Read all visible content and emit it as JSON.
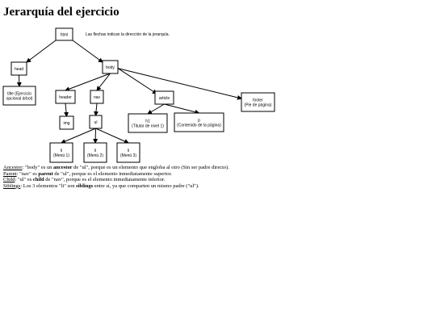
{
  "title": "Jerarquía del ejercicio",
  "diagram": {
    "note": "Las flechas indican la dirección de la jerarquía.",
    "nodes": {
      "html": [
        "html"
      ],
      "head": [
        "head"
      ],
      "body": [
        "body"
      ],
      "title": [
        "title (Ejercicio",
        "opcional árbol)"
      ],
      "header": [
        "header"
      ],
      "nav": [
        "nav"
      ],
      "article": [
        "article"
      ],
      "footer": [
        "footer",
        "(Pie de página)"
      ],
      "img": [
        "img"
      ],
      "ul": [
        "ul"
      ],
      "h1": [
        "h1",
        "(Titular de nivel 1)"
      ],
      "p": [
        "p",
        "(Contenido de la página)"
      ],
      "li1": [
        "li",
        "(Menú 1)"
      ],
      "li2": [
        "li",
        "(Menú 2)"
      ],
      "li3": [
        "li",
        "(Menú 3)"
      ]
    },
    "edges": [
      [
        "html",
        "head"
      ],
      [
        "html",
        "body"
      ],
      [
        "head",
        "title"
      ],
      [
        "body",
        "header"
      ],
      [
        "body",
        "nav"
      ],
      [
        "body",
        "article"
      ],
      [
        "body",
        "footer"
      ],
      [
        "header",
        "img"
      ],
      [
        "nav",
        "ul"
      ],
      [
        "article",
        "h1"
      ],
      [
        "article",
        "p"
      ],
      [
        "ul",
        "li1"
      ],
      [
        "ul",
        "li2"
      ],
      [
        "ul",
        "li3"
      ]
    ]
  },
  "definitions": [
    {
      "term": "Ancestor",
      "parts": [
        {
          "text": ": \"body\" es un "
        },
        {
          "text": "ancestor",
          "bold": true
        },
        {
          "text": " de \"ul\", porque es un elemento que engloba al otro (Sin ser padre directo)."
        }
      ]
    },
    {
      "term": "Parent",
      "parts": [
        {
          "text": ": \"nav\" es "
        },
        {
          "text": "parent",
          "bold": true
        },
        {
          "text": " de \"ul\", porque es el elemento inmediatamente superior."
        }
      ]
    },
    {
      "term": "Child",
      "parts": [
        {
          "text": ": \"ul\" es "
        },
        {
          "text": "child",
          "bold": true
        },
        {
          "text": " de \"nav\", porque es el elemento inmediatamente inferior."
        }
      ]
    },
    {
      "term": "Siblings",
      "parts": [
        {
          "text": ": Los 3 elementos \"li\" son "
        },
        {
          "text": "siblings",
          "bold": true
        },
        {
          "text": " entre sí, ya que comparten un mismo padre (\"ul\")."
        }
      ]
    }
  ]
}
